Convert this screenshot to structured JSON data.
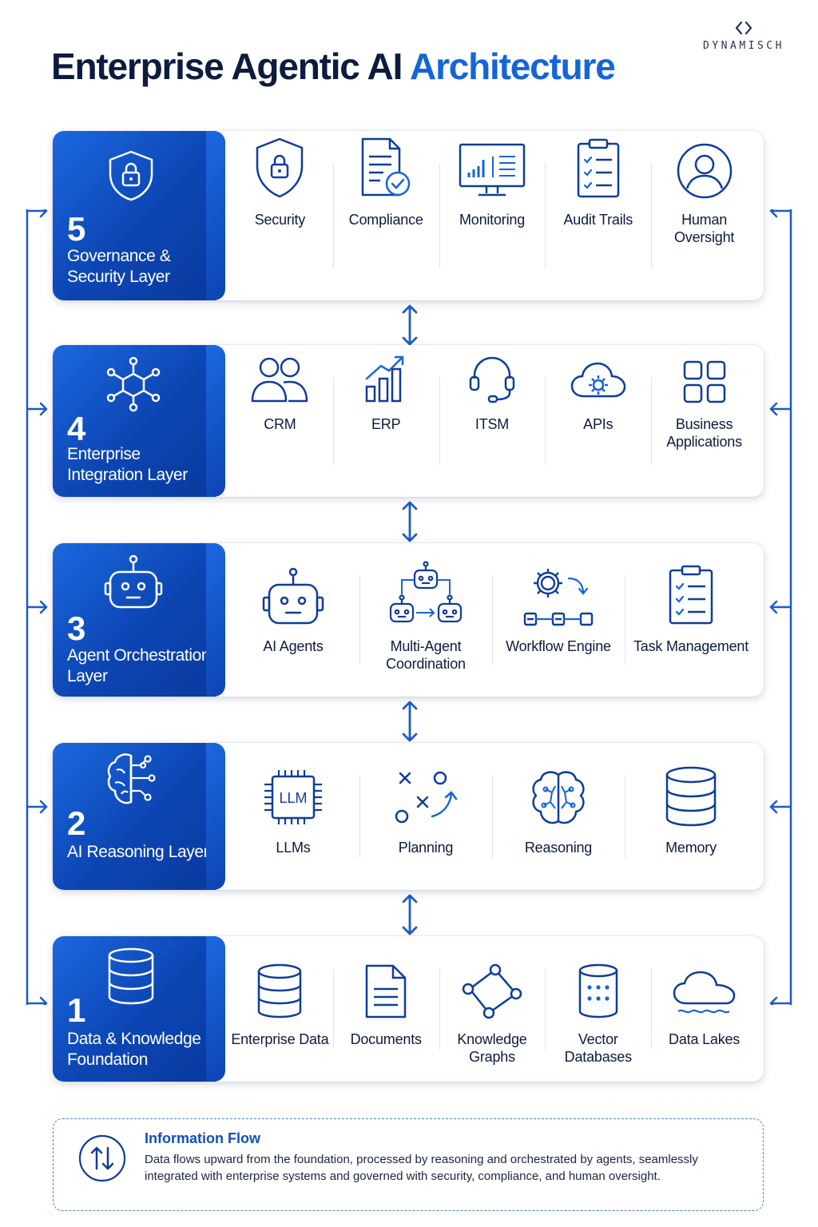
{
  "title": {
    "part1": "Enterprise Agentic AI",
    "part2": "Architecture"
  },
  "brand": {
    "name": "DYNAMISCH"
  },
  "colors": {
    "primary": "#1565d8",
    "dark": "#0d1b3e",
    "layer_gradient_start": "#1b68df",
    "layer_gradient_end": "#0a3a9d"
  },
  "layers": [
    {
      "number": "5",
      "name": "Governance & Security Layer",
      "icon": "shield-lock-icon",
      "items": [
        {
          "label": "Security",
          "icon": "shield-lock-icon"
        },
        {
          "label": "Compliance",
          "icon": "document-check-icon"
        },
        {
          "label": "Monitoring",
          "icon": "monitor-chart-icon"
        },
        {
          "label": "Audit Trails",
          "icon": "clipboard-checklist-icon"
        },
        {
          "label": "Human Oversight",
          "icon": "user-circle-icon"
        }
      ]
    },
    {
      "number": "4",
      "name": "Enterprise Integration Layer",
      "icon": "network-hub-icon",
      "items": [
        {
          "label": "CRM",
          "icon": "users-icon"
        },
        {
          "label": "ERP",
          "icon": "bar-chart-trend-icon"
        },
        {
          "label": "ITSM",
          "icon": "headset-icon"
        },
        {
          "label": "APIs",
          "icon": "cloud-gear-icon"
        },
        {
          "label": "Business Applications",
          "icon": "grid-apps-icon"
        }
      ]
    },
    {
      "number": "3",
      "name": "Agent Orchestration Layer",
      "icon": "robot-icon",
      "items": [
        {
          "label": "AI Agents",
          "icon": "robot-icon"
        },
        {
          "label": "Multi-Agent Coordination",
          "icon": "multi-robot-icon"
        },
        {
          "label": "Workflow Engine",
          "icon": "gear-workflow-icon"
        },
        {
          "label": "Task Management",
          "icon": "clipboard-checklist-icon"
        }
      ]
    },
    {
      "number": "2",
      "name": "AI Reasoning Layer",
      "icon": "brain-circuit-icon",
      "items": [
        {
          "label": "LLMs",
          "icon": "chip-llm-icon"
        },
        {
          "label": "Planning",
          "icon": "strategy-icon"
        },
        {
          "label": "Reasoning",
          "icon": "brain-icon"
        },
        {
          "label": "Memory",
          "icon": "database-icon"
        }
      ]
    },
    {
      "number": "1",
      "name": "Data & Knowledge Foundation",
      "icon": "database-icon",
      "items": [
        {
          "label": "Enterprise Data",
          "icon": "database-icon"
        },
        {
          "label": "Documents",
          "icon": "document-icon"
        },
        {
          "label": "Knowledge Graphs",
          "icon": "graph-nodes-icon"
        },
        {
          "label": "Vector Databases",
          "icon": "cylinder-dots-icon"
        },
        {
          "label": "Data Lakes",
          "icon": "cloud-lake-icon"
        }
      ]
    }
  ],
  "info": {
    "title": "Information Flow",
    "body": "Data flows upward from the foundation, processed by reasoning and orchestrated by agents, seamlessly integrated with enterprise systems and governed with security, compliance, and human oversight.",
    "icon": "up-down-arrows-icon"
  }
}
